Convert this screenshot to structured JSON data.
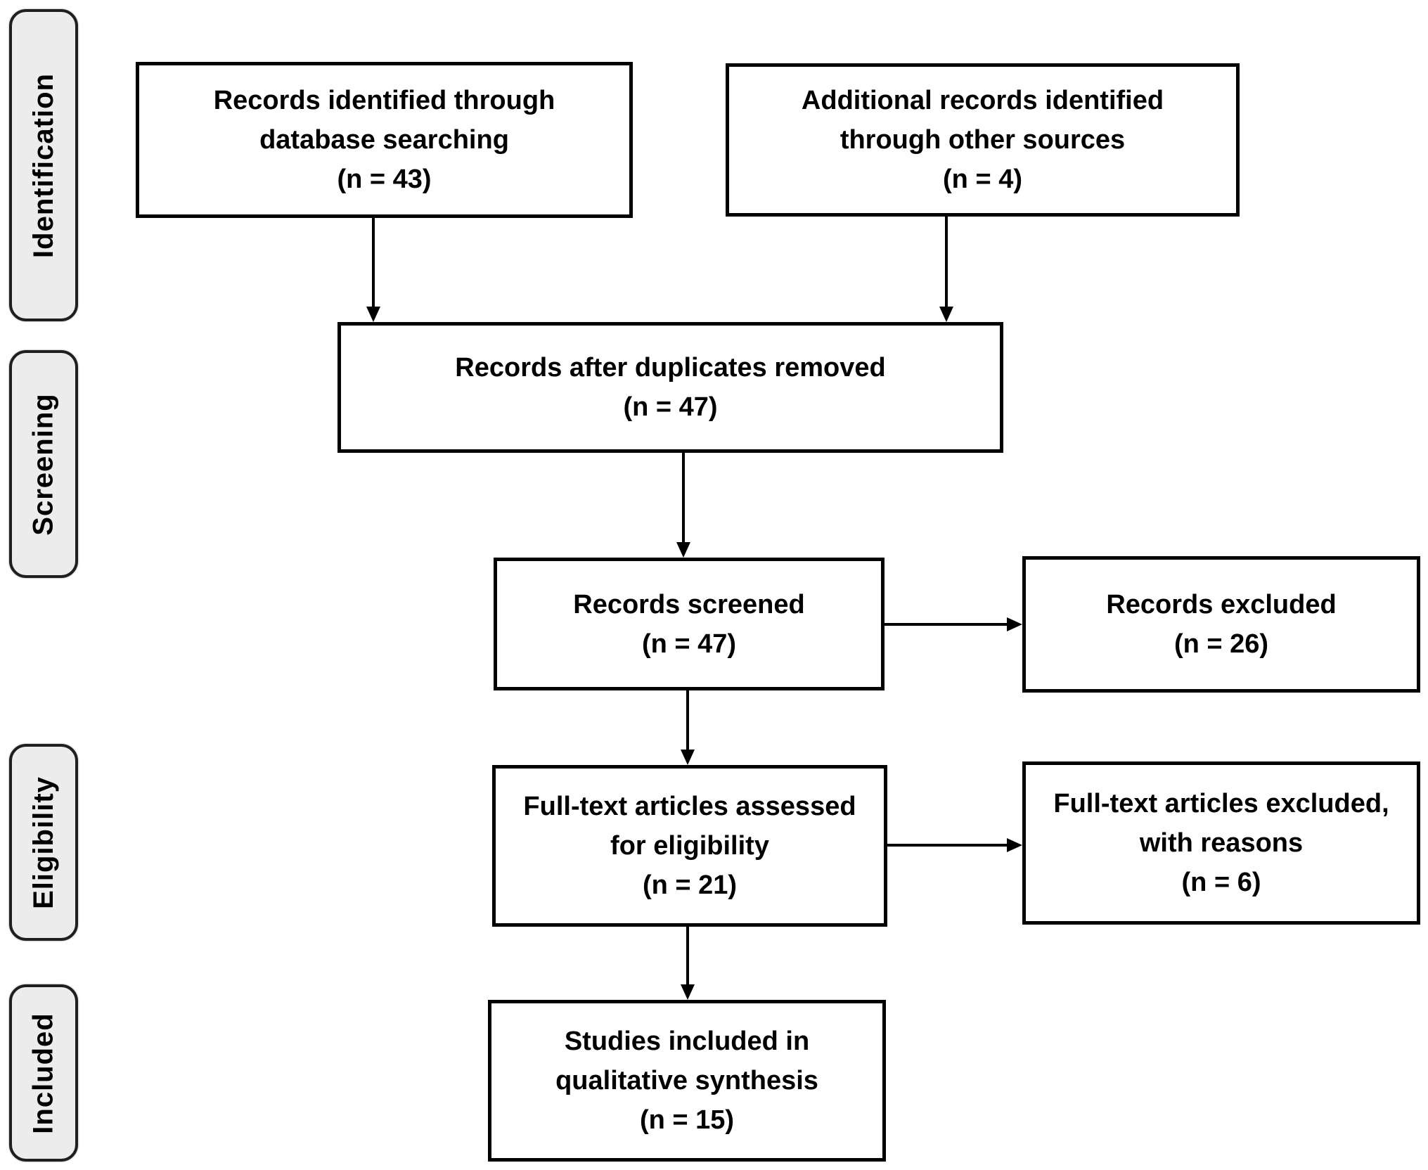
{
  "diagram": {
    "type": "prisma-flowchart",
    "stages": [
      {
        "label": "Identification"
      },
      {
        "label": "Screening"
      },
      {
        "label": "Eligibility"
      },
      {
        "label": "Included"
      }
    ],
    "boxes": {
      "records_identified": {
        "lines": [
          "Records identified through",
          "database searching",
          "(n = 43)"
        ],
        "n": 43
      },
      "additional_records": {
        "lines": [
          "Additional records identified",
          "through other sources",
          "(n = 4)"
        ],
        "n": 4
      },
      "duplicates_removed": {
        "lines": [
          "Records after duplicates removed",
          "(n = 47)"
        ],
        "n": 47
      },
      "records_screened": {
        "lines": [
          "Records screened",
          "(n = 47)"
        ],
        "n": 47
      },
      "records_excluded": {
        "lines": [
          "Records excluded",
          "(n = 26)"
        ],
        "n": 26
      },
      "fulltext_assessed": {
        "lines": [
          "Full-text articles assessed",
          "for eligibility",
          "(n = 21)"
        ],
        "n": 21
      },
      "fulltext_excluded": {
        "lines": [
          "Full-text articles excluded,",
          "with reasons",
          "(n = 6)"
        ],
        "n": 6
      },
      "studies_included": {
        "lines": [
          "Studies included in",
          "qualitative synthesis",
          "(n = 15)"
        ],
        "n": 15
      }
    },
    "colors": {
      "background": "#ffffff",
      "box_fill": "#ffffff",
      "box_border": "#000000",
      "stage_fill": "#ececec",
      "stage_border": "#1f1f1f",
      "text": "#000000",
      "arrow": "#000000"
    }
  }
}
